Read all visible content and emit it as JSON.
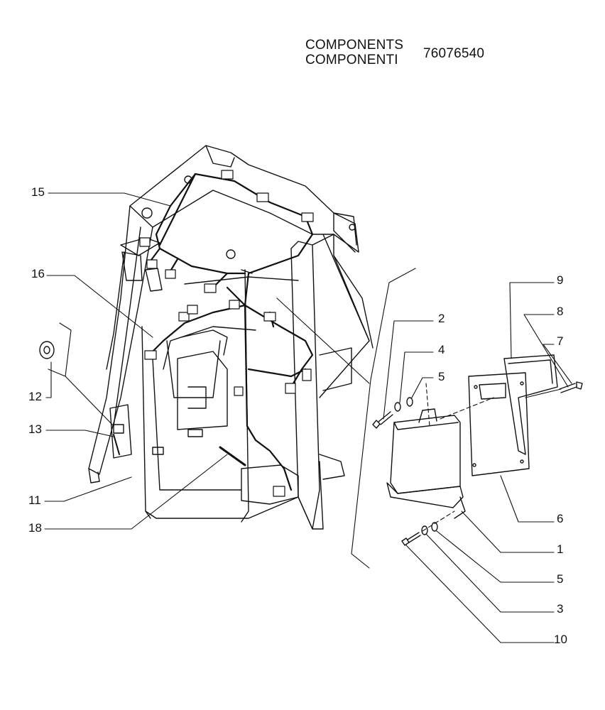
{
  "header": {
    "title_en": "COMPONENTS",
    "title_it": "COMPONENTI",
    "part_number": "76076540"
  },
  "callouts": {
    "c1": "1",
    "c2": "2",
    "c3": "3",
    "c4": "4",
    "c5a": "5",
    "c5b": "5",
    "c6": "6",
    "c7": "7",
    "c8": "8",
    "c9": "9",
    "c10": "10",
    "c11": "11",
    "c12": "12",
    "c13": "13",
    "c15": "15",
    "c16": "16",
    "c18": "18"
  }
}
